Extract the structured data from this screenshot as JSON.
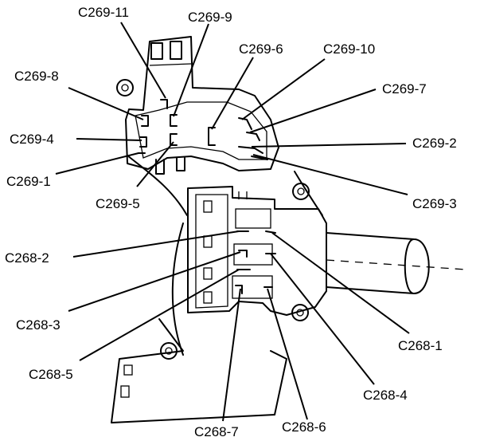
{
  "colors": {
    "ink": "#000000",
    "paper": "#ffffff"
  },
  "labels": {
    "c269_11": "C269-11",
    "c269_9": "C269-9",
    "c269_6": "C269-6",
    "c269_10": "C269-10",
    "c269_8": "C269-8",
    "c269_7": "C269-7",
    "c269_4": "C269-4",
    "c269_2": "C269-2",
    "c269_1": "C269-1",
    "c269_5": "C269-5",
    "c269_3": "C269-3",
    "c268_2": "C268-2",
    "c268_3": "C268-3",
    "c268_1": "C268-1",
    "c268_5": "C268-5",
    "c268_4": "C268-4",
    "c268_7": "C268-7",
    "c268_6": "C268-6"
  }
}
